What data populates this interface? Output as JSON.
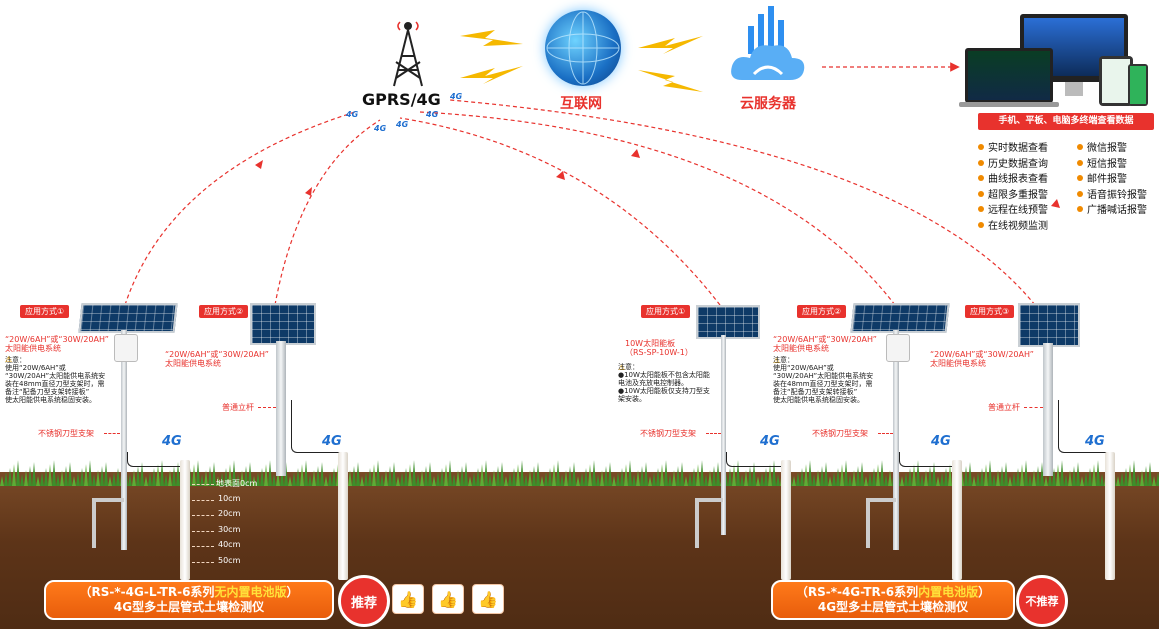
{
  "top": {
    "gprs_label": "GPRS/4G",
    "internet_label": "互联网",
    "cloud_label": "云服务器",
    "fourg": "4G",
    "terminal_caption": "手机、平板、电脑多终端查看数据"
  },
  "features_left": [
    "实时数据查看",
    "历史数据查询",
    "曲线报表查看",
    "超限多重报警",
    "远程在线预警",
    "在线视频监测"
  ],
  "features_right": [
    "微信报警",
    "短信报警",
    "邮件报警",
    "语音振铃报警",
    "广播喊话报警"
  ],
  "stations": {
    "tag1": "应用方式①",
    "tag2": "应用方式②",
    "tag3": "应用方式③",
    "pv_text": "“20W/6AH”或“30W/20AH”\n太阳能供电系统",
    "pv_text_inline": "“20W/6AH”或“30W/20AH”\n太阳能供电系统",
    "note_left": "注意：\n使用“20W/6AH”或\n“30W/20AH”太阳能供电系统安\n装在48mm直径刀型支架时，需\n备注“配备刀型支架转接板”\n使太阳能供电系统稳固安装。",
    "pv_10w": "10W太阳能板\n（RS-SP-10W-1）",
    "note_10w": "注意：\n●10W太阳能板不包含太阳能\n电池及充放电控制器。\n●10W太阳能板仅支持刀型支\n架安装。",
    "pole_label": "普通立杆",
    "knife_label": "不锈钢刀型支架",
    "fourg": "4G"
  },
  "depths": [
    "地表面0cm",
    "10cm",
    "20cm",
    "30cm",
    "40cm",
    "50cm"
  ],
  "banners": {
    "left_pre": "（RS-*-4G-L-TR-6系列",
    "left_hl": "无内置电池版",
    "left_post": "）",
    "left_line2": "4G型多土层管式土壤检测仪",
    "right_pre": "（RS-*-4G-TR-6系列",
    "right_hl": "内置电池版",
    "right_post": "）",
    "right_line2": "4G型多土层管式土壤检测仪",
    "recommend": "推荐",
    "not_recommend": "不推荐"
  },
  "colors": {
    "accent_red": "#e8322d",
    "orange": "#f08a00",
    "blue": "#1f6fd0"
  }
}
